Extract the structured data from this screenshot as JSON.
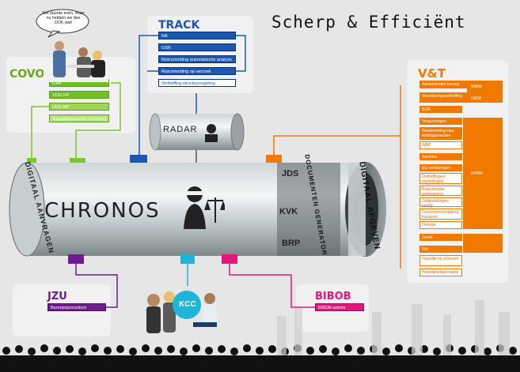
{
  "header": {
    "title": "Scherp & Efficiënt"
  },
  "speech_bubble": {
    "text": "Het duurde even, maar nu hebben we dan OOK wat!"
  },
  "covog": {
    "title": "COVOG",
    "items": [
      "GVA",
      "VOG RP",
      "VOG NP",
      "Signaalgestuurde screening"
    ]
  },
  "track": {
    "title": "TRACK",
    "items": [
      "NA",
      "GSR",
      "Risicomelding automatische analyse",
      "Risicomelding op verzoek",
      "Ontheffing structuurregeling"
    ]
  },
  "radar": {
    "label": "RADAR"
  },
  "chronos": {
    "label": "CHRONOS",
    "left_cap": "DIGITAAL AANVRAGEN",
    "right_cap": "DIGITAAL AFGEVEN",
    "generator": "DOCUMENTEN GENERATOR",
    "rolls": [
      "JDS",
      "KVK",
      "BRP"
    ]
  },
  "vt": {
    "title": "V&T",
    "items": [
      {
        "label": "Administratief beroep",
        "group": "WWM",
        "filled": true
      },
      {
        "label": "Verzekeringsontheffing",
        "group": "OWM",
        "filled": true
      },
      {
        "label": "BOA",
        "filled": true
      },
      {
        "label": "Vergunningen",
        "filled": true
      },
      {
        "label": "Toestemming voor leidinggevenden",
        "filled": true
      },
      {
        "label": "WBP",
        "filled": false
      },
      {
        "label": "Sancties",
        "filled": true
      },
      {
        "label": "EG-verklaringen",
        "filled": true
      },
      {
        "label": "Ontheffingen/ vrijstellingen",
        "filled": false
      },
      {
        "label": "Buitenlandse werknemers",
        "filled": false
      },
      {
        "label": "Gelijkstellingen bedrijf",
        "filled": false
      },
      {
        "label": "Grensoverschrijdend transport",
        "filled": false
      },
      {
        "label": "Overige",
        "filled": false
      },
      {
        "label": "Gratie",
        "filled": true
      },
      {
        "label": "NM",
        "filled": true
      },
      {
        "label": "Huwelijk bij volmacht",
        "filled": false
      },
      {
        "label": "Huwelijksdispensatie",
        "filled": false
      }
    ],
    "group_wpbr": "WPBR"
  },
  "jzu": {
    "title": "JZU",
    "items": [
      "Beroepsprocedure"
    ]
  },
  "kcc": {
    "label": "KCC"
  },
  "bibob": {
    "title": "BIBOB",
    "items": [
      "BIBOB-advies"
    ]
  },
  "colors": {
    "green": "#7ec629",
    "blue": "#1c58b0",
    "orange": "#f07a00",
    "purple": "#6c1d8a",
    "cyan": "#1fb5d6",
    "magenta": "#e0187a"
  }
}
